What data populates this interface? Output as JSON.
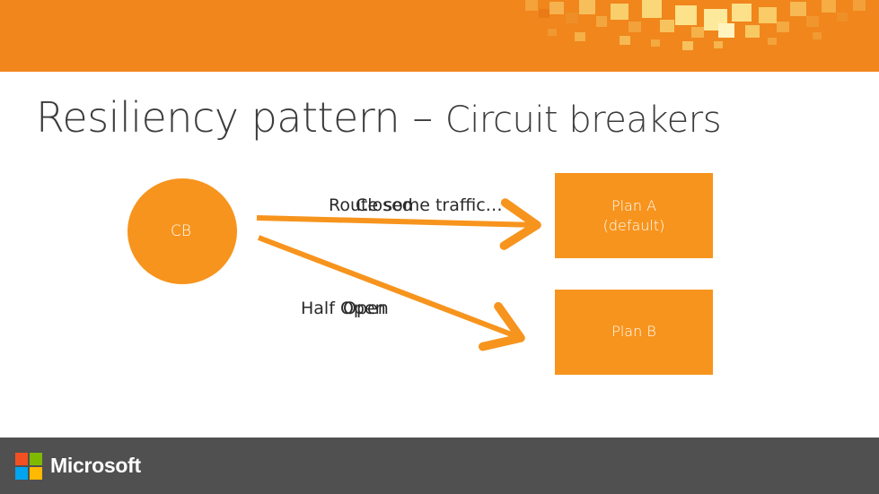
{
  "slide": {
    "title_main": "Resiliency pattern –",
    "title_sub": "Circuit breakers"
  },
  "diagram": {
    "cb_label": "CB",
    "plan_a_line1": "Plan A",
    "plan_a_line2": "(default)",
    "plan_b_label": "Plan B",
    "edge_top_label_1": "Route some traffic…",
    "edge_top_label_2": "Closed",
    "edge_bottom_label_1": "Half Open",
    "edge_bottom_label_2": "Open"
  },
  "colors": {
    "accent": "#f7941d",
    "banner": "#f0861c",
    "footer": "#505050"
  },
  "footer": {
    "brand": "Microsoft"
  }
}
